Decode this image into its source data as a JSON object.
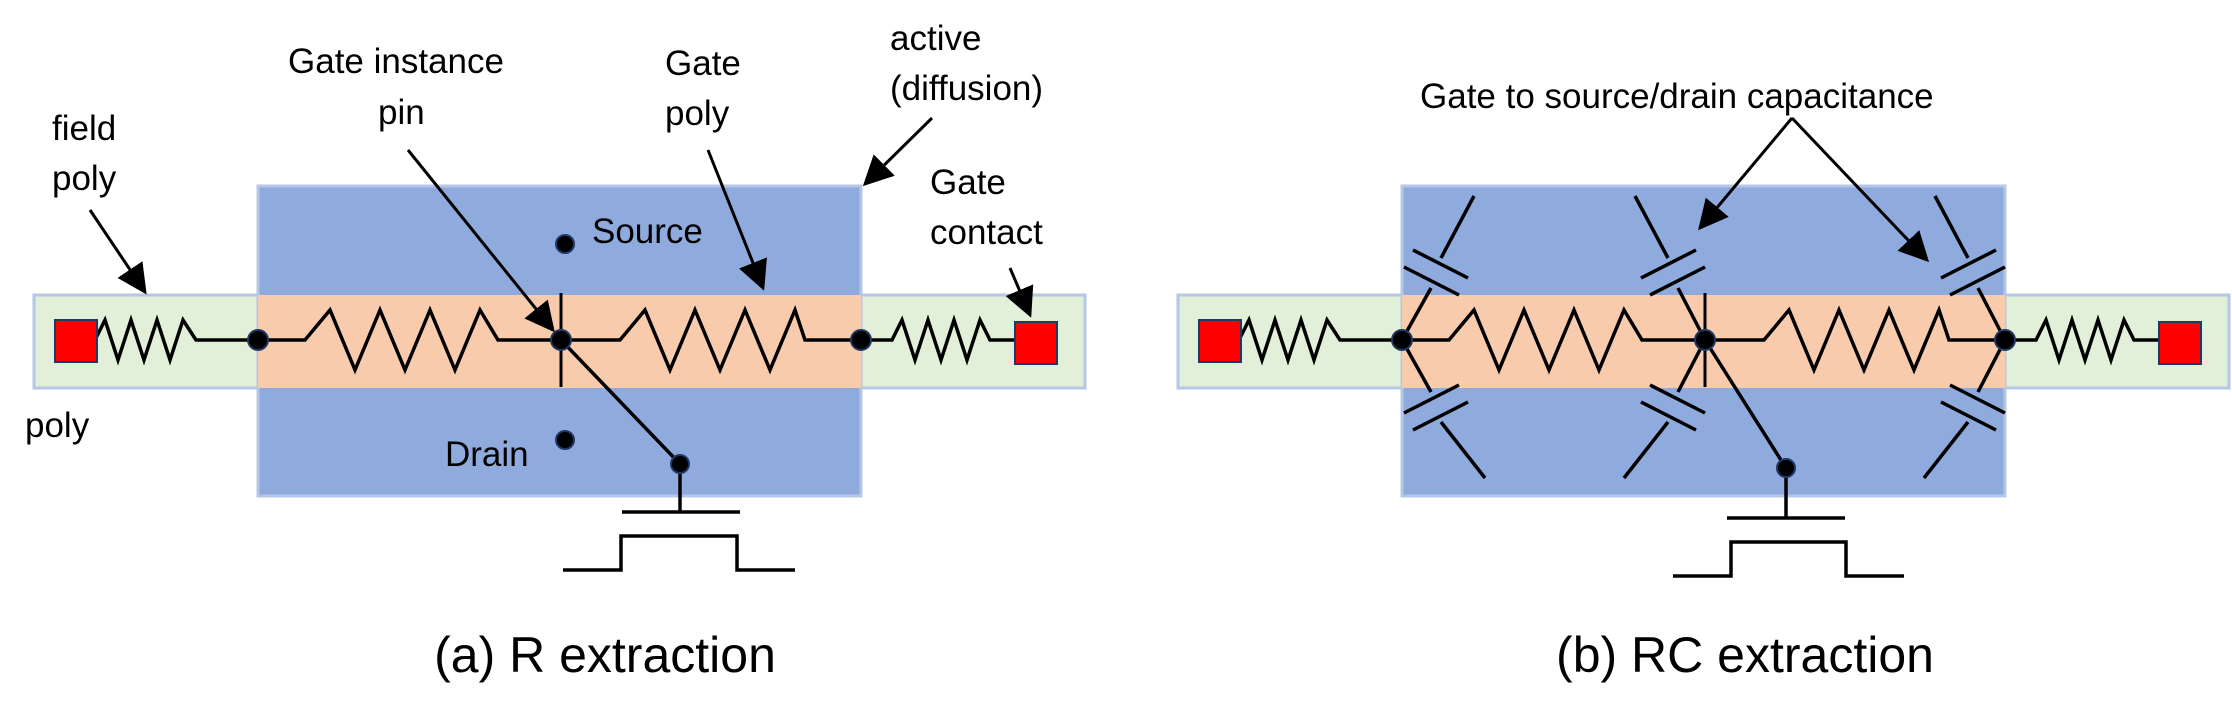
{
  "panel_a": {
    "labels": {
      "field_poly_1": "field",
      "field_poly_2": "poly",
      "poly": "poly",
      "gate_pin_1": "Gate instance",
      "gate_pin_2": "pin",
      "gate_poly_1": "Gate",
      "gate_poly_2": "poly",
      "active_1": "active",
      "active_2": "(diffusion)",
      "gate_contact_1": "Gate",
      "gate_contact_2": "contact",
      "source": "Source",
      "drain": "Drain"
    },
    "caption": "(a) R extraction"
  },
  "panel_b": {
    "labels": {
      "capacitance": "Gate to source/drain capacitance"
    },
    "caption": "(b) RC extraction"
  },
  "colors": {
    "active_fill": "#8FAADC",
    "active_stroke": "#B4C7E7",
    "gate_poly_fill": "#F8CBAD",
    "field_poly_fill": "#E2EFD9",
    "field_poly_stroke": "#B4C7E7",
    "contact_fill": "#FF0000",
    "contact_stroke": "#1F3864",
    "wire": "#000000",
    "node_fill": "#1F3864"
  }
}
